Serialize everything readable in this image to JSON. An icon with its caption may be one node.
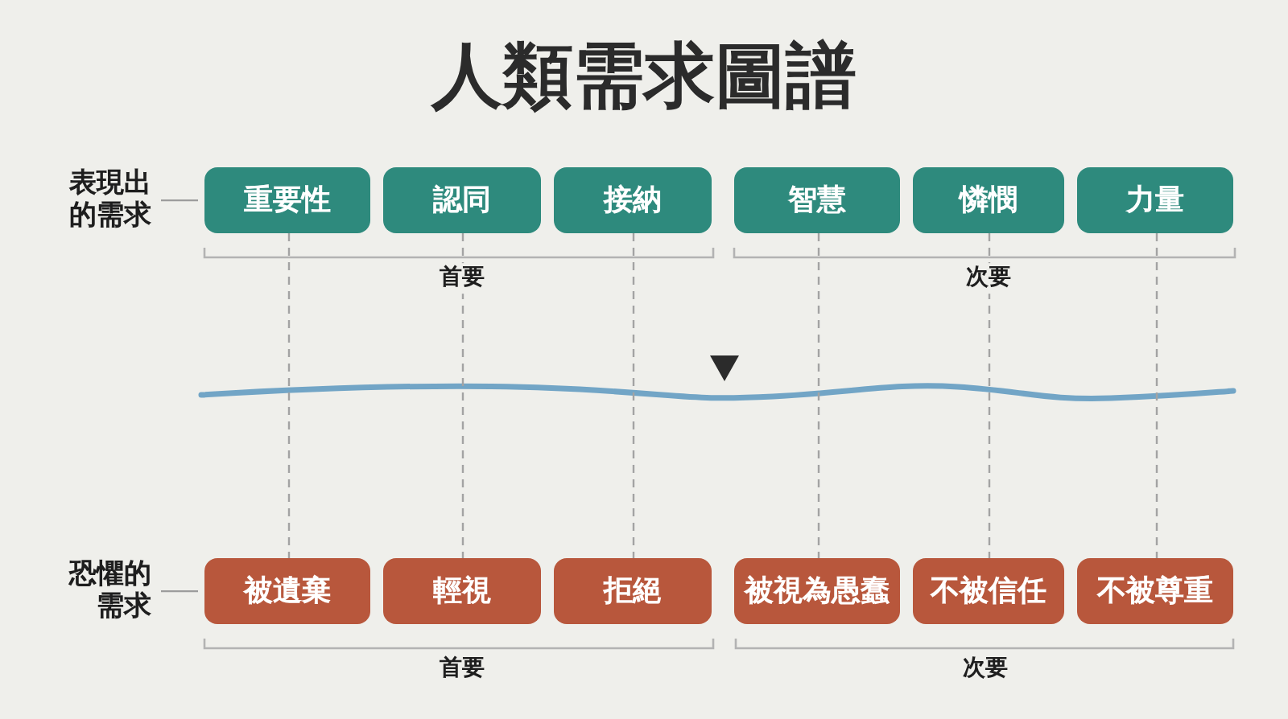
{
  "diagram": {
    "title": "人類需求圖譜",
    "nodes": [
      {
        "text": [
          "表現出的需求"
        ]
      },
      {
        "text": [
          "重要性"
        ]
      },
      {
        "text": [
          "認同"
        ]
      },
      {
        "text": [
          "接納"
        ]
      },
      {
        "text": [
          "智慧"
        ]
      },
      {
        "text": [
          "憐憫"
        ]
      },
      {
        "text": [
          "力量"
        ]
      },
      {
        "text": [
          "恐懼的需求"
        ]
      },
      {
        "text": [
          "被遺棄"
        ]
      },
      {
        "text": [
          "輕視"
        ]
      },
      {
        "text": [
          "拒絕"
        ]
      },
      {
        "text": [
          "被視為愚蠢"
        ]
      },
      {
        "text": [
          "不被信任"
        ]
      },
      {
        "text": [
          "不被尊重"
        ]
      }
    ],
    "edges": [
      {
        "from": 0,
        "to": 1,
        "arrow": "none"
      },
      {
        "from": 1,
        "to": 8,
        "arrow": "none",
        "style": "dashed"
      },
      {
        "from": 2,
        "to": 9,
        "arrow": "none",
        "style": "dashed"
      },
      {
        "from": 3,
        "to": 10,
        "arrow": "none",
        "style": "dashed"
      },
      {
        "from": 4,
        "to": 11,
        "arrow": "none",
        "style": "dashed"
      },
      {
        "from": 5,
        "to": 12,
        "arrow": "none",
        "style": "dashed"
      },
      {
        "from": 6,
        "to": 13,
        "arrow": "none",
        "style": "dashed"
      },
      {
        "from": 7,
        "to": 8,
        "arrow": "none"
      }
    ],
    "labels": [
      "首要",
      "次要",
      "首要",
      "次要"
    ]
  }
}
